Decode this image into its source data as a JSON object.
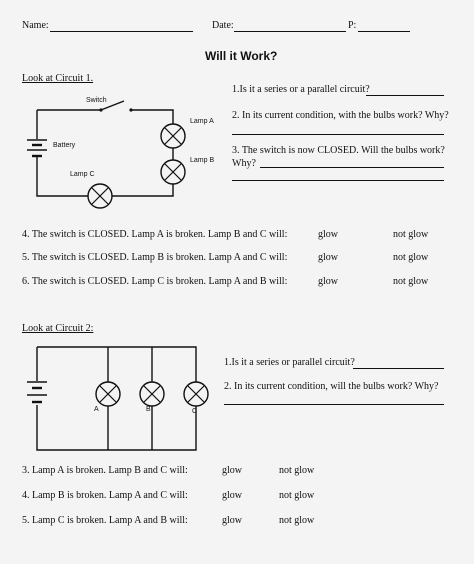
{
  "header": {
    "name_label": "Name:",
    "date_label": "Date:",
    "p_label": "P:",
    "title": "Will it Work?"
  },
  "circuit1": {
    "heading": "Look at Circuit 1.",
    "labels": {
      "switch": "Switch",
      "battery": "Battery",
      "lamp_a": "Lamp A",
      "lamp_b": "Lamp B",
      "lamp_c": "Lamp C"
    },
    "questions": [
      "1.Is it a series or a parallel circuit?",
      "2. In its current condition, with the bulbs work?  Why?",
      "3. The switch is now CLOSED.  Will the bulbs work?",
      "Why?"
    ],
    "rows": [
      {
        "text": "4.  The switch is CLOSED.  Lamp A is broken.  Lamp B and C will:",
        "opt1": "glow",
        "opt2": "not glow"
      },
      {
        "text": "5. The switch is CLOSED.  Lamp B is broken.  Lamp A and C will:",
        "opt1": "glow",
        "opt2": "not glow"
      },
      {
        "text": "6. The switch is CLOSED.  Lamp C is broken.  Lamp A and B will:",
        "opt1": "glow",
        "opt2": "not glow"
      }
    ]
  },
  "circuit2": {
    "heading": "Look at Circuit 2:",
    "labels": {
      "a": "A",
      "b": "B",
      "c": "C"
    },
    "questions": [
      "1.Is it a series or parallel circuit?",
      "2.  In its current condition, will the bulbs work?  Why?"
    ],
    "rows": [
      {
        "text": "3.  Lamp A is broken.  Lamp B and C will:",
        "opt1": "glow",
        "opt2": "not glow"
      },
      {
        "text": "4.  Lamp B is broken.  Lamp A and C will:",
        "opt1": "glow",
        "opt2": "not glow"
      },
      {
        "text": "5.  Lamp C is broken.  Lamp A and B will:",
        "opt1": "glow",
        "opt2": "not glow"
      }
    ]
  }
}
